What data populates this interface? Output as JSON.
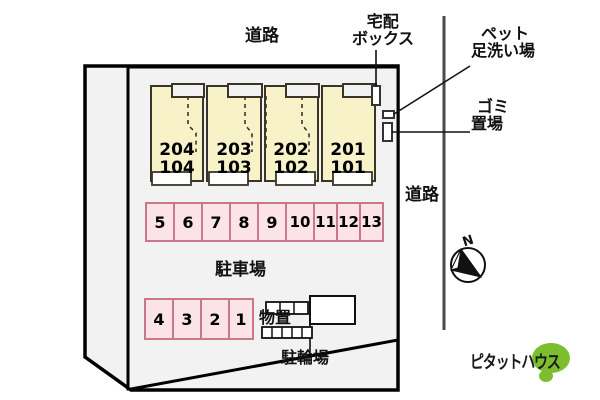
{
  "diagram": {
    "title_labels": {
      "road_top": "道路",
      "road_right": "道路",
      "delivery_box_line1": "宅配",
      "delivery_box_line2": "ボックス",
      "pet_wash_line1": "ペット",
      "pet_wash_line2": "足洗い場",
      "garbage_line1": "ゴミ",
      "garbage_line2": "置場",
      "parking_lot": "駐車場",
      "storage": "物置",
      "bicycle_parking": "駐輪場",
      "compass_north": "N"
    },
    "building": {
      "units": [
        {
          "upper": "204",
          "lower": "104"
        },
        {
          "upper": "203",
          "lower": "103"
        },
        {
          "upper": "202",
          "lower": "102"
        },
        {
          "upper": "201",
          "lower": "101"
        }
      ],
      "fill_color": "#F7F2C8",
      "stroke_color": "#3a3526"
    },
    "parking_upper": {
      "stalls": [
        "5",
        "6",
        "7",
        "8",
        "9",
        "10",
        "11",
        "12",
        "13"
      ],
      "fill_color": "#FBE3E8",
      "stroke_color": "#C87888"
    },
    "parking_lower": {
      "stalls": [
        "4",
        "3",
        "2",
        "1"
      ],
      "fill_color": "#FBE3E8",
      "stroke_color": "#C87888"
    },
    "site": {
      "fill_color": "#F2F2F2",
      "stroke_color": "#000000"
    },
    "logo": {
      "text": "ピタットハウス",
      "accent_color": "#7DBE2E"
    }
  }
}
